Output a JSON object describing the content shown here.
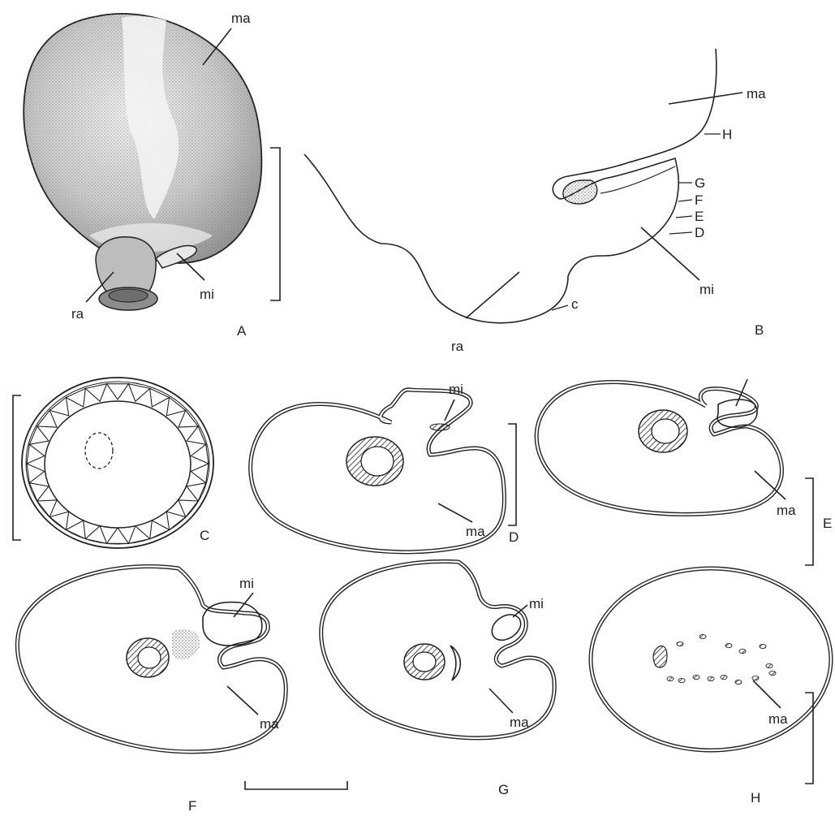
{
  "panels": {
    "A": {
      "letter": "A",
      "labels": {
        "ma": "ma",
        "ra": "ra",
        "mi": "mi"
      }
    },
    "B": {
      "letter": "B",
      "labels": {
        "ma": "ma",
        "H": "H",
        "G": "G",
        "F": "F",
        "E": "E",
        "D": "D",
        "mi": "mi",
        "c": "c",
        "ra": "ra"
      }
    },
    "C": {
      "letter": "C"
    },
    "D": {
      "letter": "D",
      "labels": {
        "mi": "mi",
        "ma": "ma"
      }
    },
    "E": {
      "letter": "E",
      "labels": {
        "ma": "ma"
      }
    },
    "F": {
      "letter": "F",
      "labels": {
        "mi": "mi",
        "ma": "ma"
      }
    },
    "G": {
      "letter": "G",
      "labels": {
        "mi": "mi",
        "ma": "ma"
      }
    },
    "H": {
      "letter": "H",
      "labels": {
        "ma": "ma"
      }
    }
  },
  "colors": {
    "ink": "#222222",
    "stipple": "#555555",
    "background": "#ffffff"
  }
}
